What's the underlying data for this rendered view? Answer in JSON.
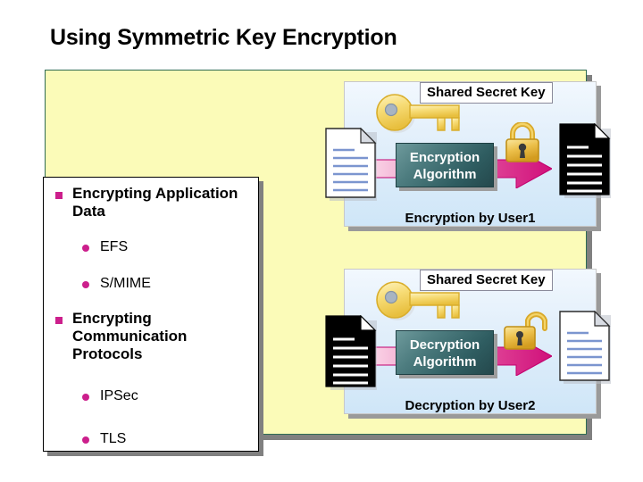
{
  "slide": {
    "title": "Using Symmetric Key Encryption",
    "canvas_color": "#fbfbb8",
    "canvas_border_color": "#2e6b52"
  },
  "content": {
    "bullets": [
      {
        "label": "Encrypting Application Data",
        "sub": [
          {
            "label": "EFS"
          },
          {
            "label": "S/MIME"
          }
        ]
      },
      {
        "label": "Encrypting Communication Protocols",
        "sub": [
          {
            "label": "IPSec"
          },
          {
            "label": "TLS"
          }
        ]
      }
    ],
    "bullet_color": "#cc1f8c"
  },
  "diagram": {
    "encryption": {
      "key_label": "Shared Secret Key",
      "algorithm_label_line1": "Encryption",
      "algorithm_label_line2": "Algorithm",
      "caption": "Encryption by User1",
      "input_doc": "plaintext-document",
      "output_doc": "ciphertext-document",
      "lock_state": "locked"
    },
    "decryption": {
      "key_label": "Shared Secret Key",
      "algorithm_label_line1": "Decryption",
      "algorithm_label_line2": "Algorithm",
      "caption": "Decryption by User2",
      "input_doc": "ciphertext-document",
      "output_doc": "plaintext-document",
      "lock_state": "unlocked"
    },
    "colors": {
      "algorithm_box": "#2f5d61",
      "arrow": "#d6147f",
      "arrow_light": "#f8c8e2",
      "key": "#f5d66a",
      "lock": "#e8b53a",
      "panel": "#dcecfa"
    }
  }
}
